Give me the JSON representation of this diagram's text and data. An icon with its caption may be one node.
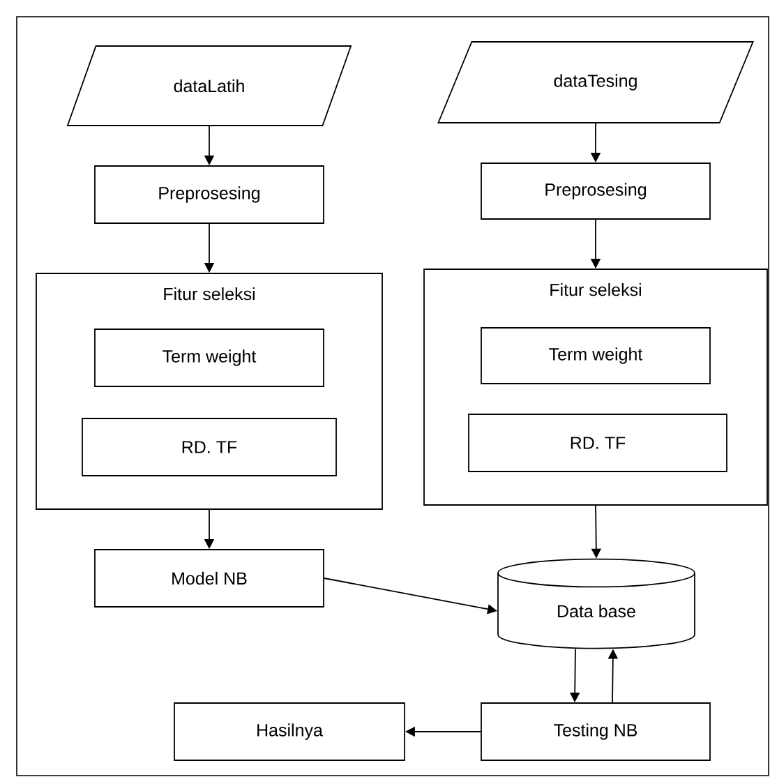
{
  "diagram": {
    "nodes": [
      {
        "text": [
          "dataLatih"
        ]
      },
      {
        "text": [
          "Preprosesing"
        ]
      },
      {
        "text": [
          "Fitur seleksi"
        ]
      },
      {
        "text": [
          "Term weight"
        ],
        "in": 2
      },
      {
        "text": [
          "RD. TF"
        ],
        "in": 2
      },
      {
        "text": [
          "dataTesing"
        ]
      },
      {
        "text": [
          "Preprosesing"
        ]
      },
      {
        "text": [
          "Fitur seleksi"
        ]
      },
      {
        "text": [
          "Term weight"
        ],
        "in": 7
      },
      {
        "text": [
          "RD. TF"
        ],
        "in": 7
      },
      {
        "text": [
          "Model NB"
        ]
      },
      {
        "text": [
          "Data base"
        ]
      },
      {
        "text": [
          "Hasilnya"
        ]
      },
      {
        "text": [
          "Testing NB"
        ]
      }
    ],
    "edges": [
      {
        "from": 0,
        "to": 1,
        "arrow": "to"
      },
      {
        "from": 1,
        "to": 2,
        "arrow": "to"
      },
      {
        "from": 2,
        "to": 10,
        "arrow": "to"
      },
      {
        "from": 5,
        "to": 6,
        "arrow": "to"
      },
      {
        "from": 6,
        "to": 7,
        "arrow": "to"
      },
      {
        "from": 7,
        "to": 11,
        "arrow": "to"
      },
      {
        "from": 10,
        "to": 11,
        "arrow": "to"
      },
      {
        "from": 11,
        "to": 13,
        "arrow": "to"
      },
      {
        "from": 13,
        "to": 11,
        "arrow": "to"
      },
      {
        "from": 13,
        "to": 12,
        "arrow": "to"
      }
    ]
  }
}
